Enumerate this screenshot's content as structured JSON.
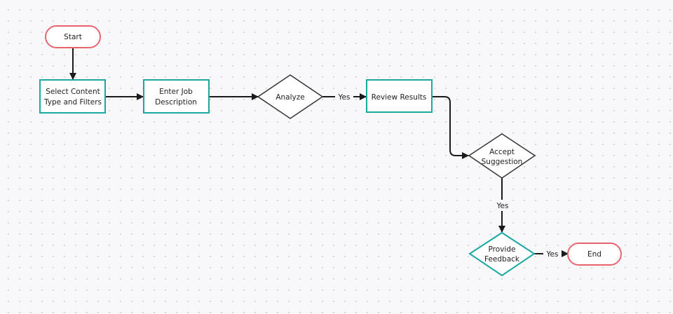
{
  "nodes": {
    "start": "Start",
    "select_content": [
      "Select Content",
      "Type and Filters"
    ],
    "enter_job": [
      "Enter Job",
      "Description"
    ],
    "analyze": "Analyze",
    "review_results": "Review Results",
    "accept_suggestion": [
      "Accept",
      "Suggestion"
    ],
    "provide_feedback": [
      "Provide",
      "Feedback"
    ],
    "end": "End"
  },
  "edge_labels": {
    "analyze_to_review": "Yes",
    "accept_to_feedback": "Yes",
    "feedback_to_end": "Yes"
  },
  "colors": {
    "terminal_stroke": "#e8646e",
    "process_stroke": "#1aa8a0",
    "decision_stroke": "#333333",
    "edge": "#1a1a1a"
  }
}
